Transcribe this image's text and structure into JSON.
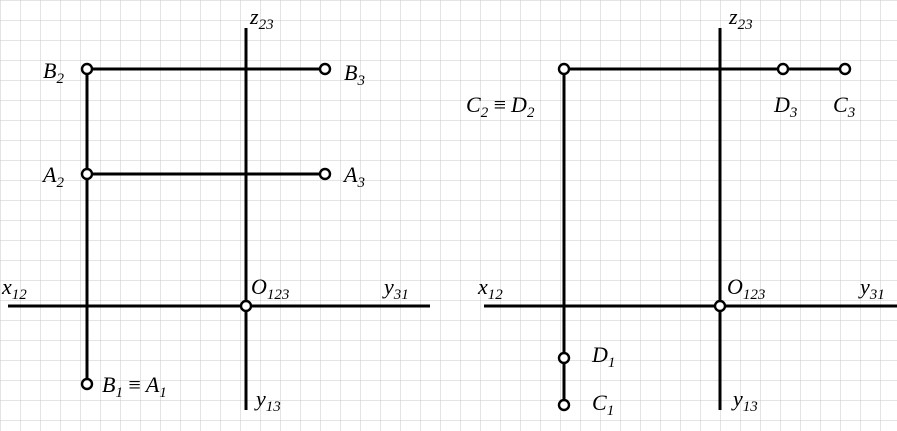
{
  "left_panel": {
    "axes": {
      "z": "z",
      "z_sub": "23",
      "x": "x",
      "x_sub": "12",
      "y31": "y",
      "y31_sub": "31",
      "y13": "y",
      "y13_sub": "13",
      "origin": "O",
      "origin_sub": "123"
    },
    "points": {
      "b2": {
        "name": "B",
        "sub": "2"
      },
      "b3": {
        "name": "B",
        "sub": "3"
      },
      "a2": {
        "name": "A",
        "sub": "2"
      },
      "a3": {
        "name": "A",
        "sub": "3"
      },
      "b1a1": {
        "name1": "B",
        "sub1": "1",
        "equiv": "≡",
        "name2": "A",
        "sub2": "1"
      }
    }
  },
  "right_panel": {
    "axes": {
      "z": "z",
      "z_sub": "23",
      "x": "x",
      "x_sub": "12",
      "y31": "y",
      "y31_sub": "31",
      "y13": "y",
      "y13_sub": "13",
      "origin": "O",
      "origin_sub": "123"
    },
    "points": {
      "c2d2": {
        "name1": "C",
        "sub1": "2",
        "equiv": "≡",
        "name2": "D",
        "sub2": "2"
      },
      "d3": {
        "name": "D",
        "sub": "3"
      },
      "c3": {
        "name": "C",
        "sub": "3"
      },
      "d1": {
        "name": "D",
        "sub": "1"
      },
      "c1": {
        "name": "C",
        "sub": "1"
      }
    }
  },
  "colors": {
    "grid": "#c8c8c8",
    "ink": "#000000",
    "background": "#ffffff"
  }
}
